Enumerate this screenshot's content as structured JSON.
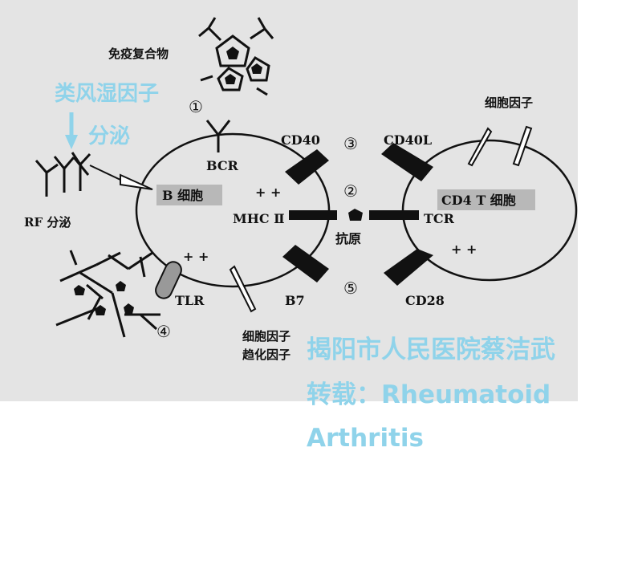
{
  "labels": {
    "immune_complex": "免疫复合物",
    "bcr": "BCR",
    "b_cell": "B 细胞",
    "plus_b_upper": "+ +",
    "plus_b_lower": "+ +",
    "mhc": "MHC Ⅱ",
    "antigen": "抗原",
    "tcr": "TCR",
    "cd40": "CD40",
    "cd40l": "CD40L",
    "cd4_cell": "CD4 T 细胞",
    "plus_t": "+ +",
    "b7": "B7",
    "cd28": "CD28",
    "tlr": "TLR",
    "rf_secretion": "RF 分泌",
    "cytokine_top": "细胞因子",
    "cytokine_bottom_1": "细胞因子",
    "cytokine_bottom_2": "趋化因子"
  },
  "steps": {
    "s1": "①",
    "s2": "②",
    "s3": "③",
    "s4": "④",
    "s5": "⑤"
  },
  "annotations": {
    "rf_title": "类风湿因子",
    "secretion": "分泌"
  },
  "watermark": {
    "line1": "揭阳市人民医院蔡洁武",
    "line2": "转载：Rheumatoid",
    "line3": "Arthritis"
  },
  "colors": {
    "annotation_blue": "#8fd3ea",
    "label_box_gray": "#b8b8b8",
    "scan_background": "#e4e4e4"
  }
}
